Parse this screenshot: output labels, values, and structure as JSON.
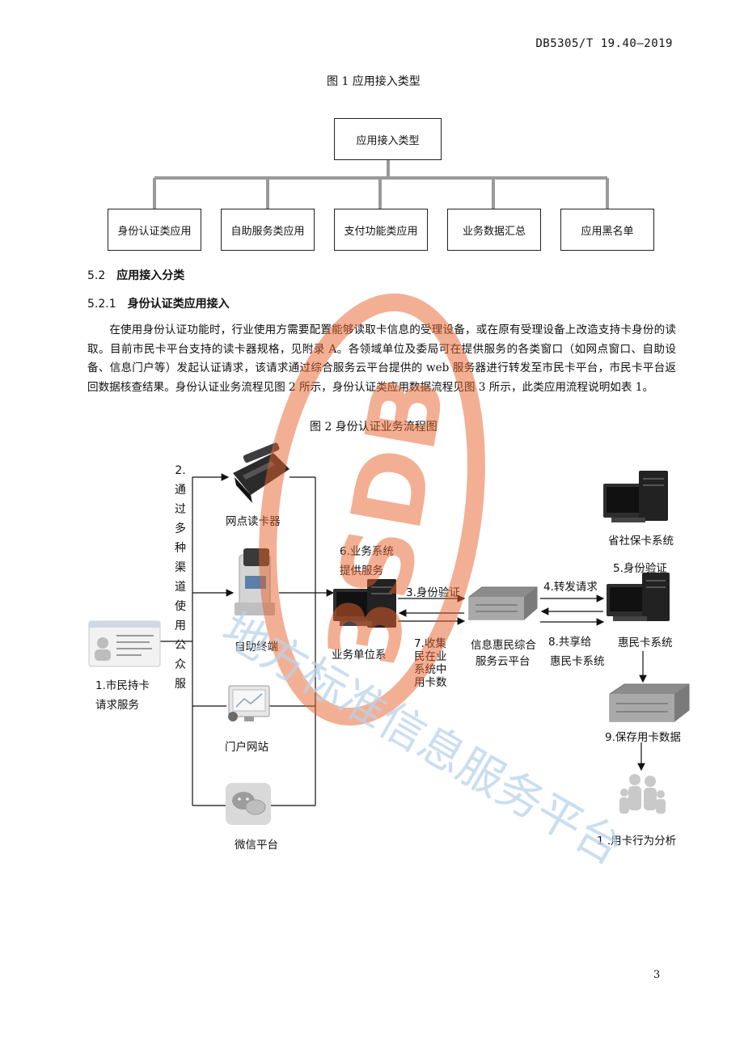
{
  "header": {
    "doc_code": "DB5305/T 19.40—2019"
  },
  "figure1": {
    "caption": "图 1  应用接入类型",
    "root": "应用接入类型",
    "children": [
      "身份认证类应用",
      "自助服务类应用",
      "支付功能类应用",
      "业务数据汇总",
      "应用黑名单"
    ]
  },
  "section_5_2": {
    "number": "5.2",
    "title": "应用接入分类"
  },
  "section_5_2_1": {
    "number": "5.2.1",
    "title": "身份认证类应用接入"
  },
  "paragraph": "在使用身份认证功能时，行业使用方需要配置能够读取卡信息的受理设备，或在原有受理设备上改造支持卡身份的读取。目前市民卡平台支持的读卡器规格，见附录 A。各领域单位及委局可在提供服务的各类窗口（如网点窗口、自助设备、信息门户等）发起认证请求，该请求通过综合服务云平台提供的 web 服务器进行转发至市民卡平台，市民卡平台返回数据核查结果。身份认证业务流程见图 2 所示，身份认证类应用数据流程见图 3 所示，此类应用流程说明如表 1。",
  "figure2": {
    "caption": "图 2  身份认证业务流程图",
    "citizen_label_1": "1.市民持卡",
    "citizen_label_2": "请求服务",
    "channels_vertical": [
      "2.",
      "通",
      "过",
      "多",
      "种",
      "渠",
      "道",
      "使",
      "用",
      "公",
      "众",
      "服"
    ],
    "reader": "网点读卡器",
    "kiosk": "自助终端",
    "portal": "门户网站",
    "wechat": "微信平台",
    "step6_1": "6.业务系统",
    "step6_2": "提供服务",
    "biz_system": "业务单位系",
    "step3": "3.身份验证",
    "step7": [
      "7.收集",
      "民在业",
      "系统中",
      "用卡数"
    ],
    "cloud_1": "信息惠民综合",
    "cloud_2": "服务云平台",
    "step4": "4.转发请求",
    "step8_1": "8.共享给",
    "step8_2": "惠民卡系统",
    "province": "省社保卡系统",
    "step5": "5.身份验证",
    "huimin": "惠民卡系统",
    "step9": "9.保存用卡数据",
    "step1_analysis": "1 .用卡行为分析"
  },
  "watermark": {
    "text": "地方标准信息服务平台"
  },
  "page_number": "3"
}
